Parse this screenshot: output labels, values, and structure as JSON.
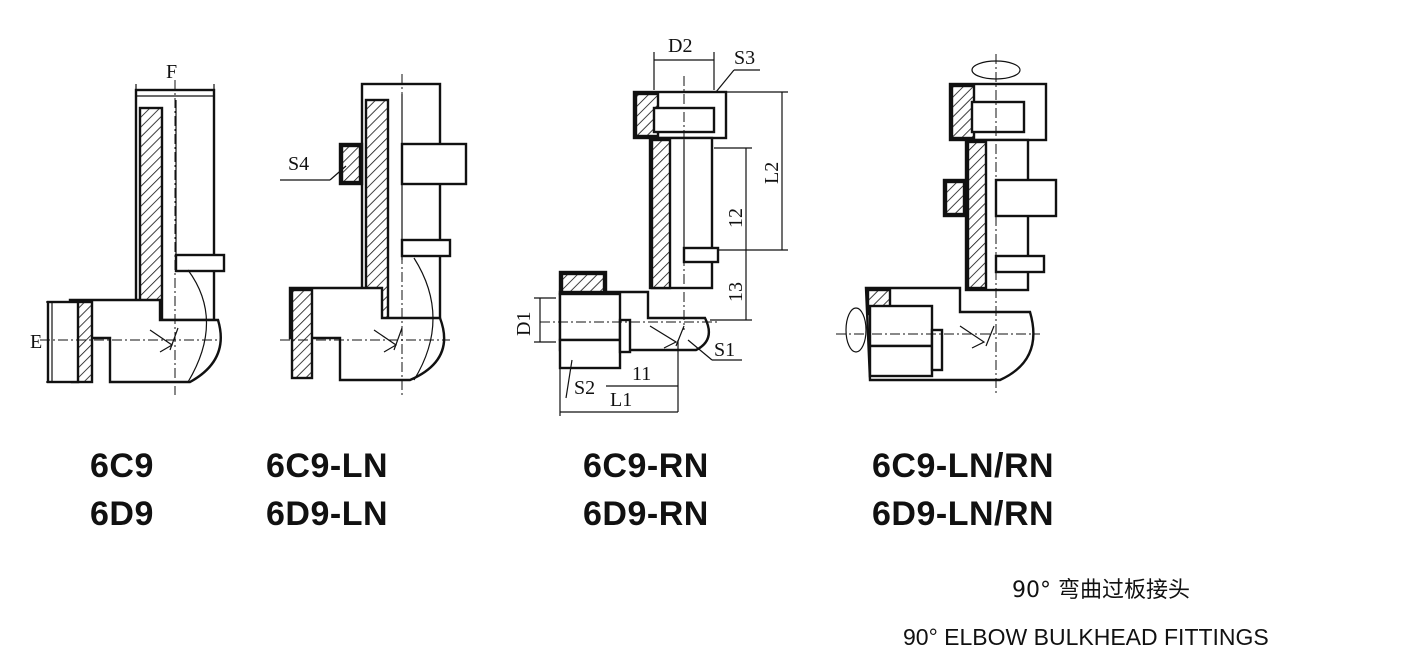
{
  "figure": {
    "dimension_labels": {
      "F": "F",
      "E": "E",
      "S4": "S4",
      "D2": "D2",
      "S3": "S3",
      "L2": "L2",
      "l2": "12",
      "l3": "13",
      "D1": "D1",
      "S1": "S1",
      "S2": "S2",
      "l1": "11",
      "L1": "L1"
    },
    "fittings": [
      {
        "model_c": "6C9",
        "model_d": "6D9"
      },
      {
        "model_c": "6C9-LN",
        "model_d": "6D9-LN"
      },
      {
        "model_c": "6C9-RN",
        "model_d": "6D9-RN"
      },
      {
        "model_c": "6C9-LN/RN",
        "model_d": "6D9-LN/RN"
      }
    ],
    "caption_cn": "90° 弯曲过板接头",
    "caption_en": "90° ELBOW BULKHEAD FITTINGS"
  }
}
